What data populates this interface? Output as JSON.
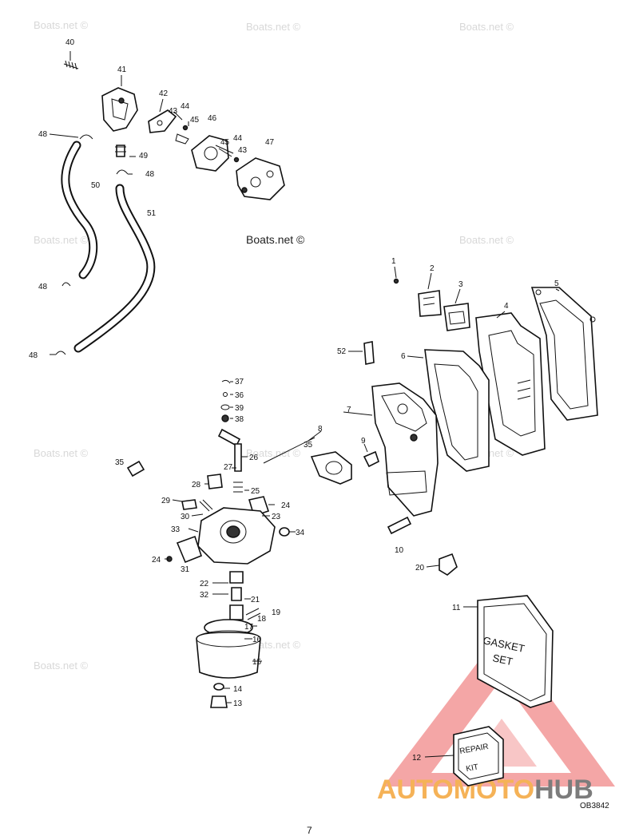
{
  "watermarks": [
    "Boats.net ©",
    "Boats.net ©",
    "Boats.net ©",
    "Boats.net ©",
    "Boats.net ©",
    "Boats.net ©",
    "Boats.net ©",
    "Boats.net ©",
    "Boats.net ©",
    "Boats.net ©"
  ],
  "watermark_main": "Boats.net ©",
  "callouts": {
    "c1": "1",
    "c2": "2",
    "c3": "3",
    "c4": "4",
    "c5": "5",
    "c6": "6",
    "c7": "7",
    "c8": "8",
    "c9": "9",
    "c10": "10",
    "c11": "11",
    "c12": "12",
    "c13": "13",
    "c14": "14",
    "c15": "15",
    "c16": "16",
    "c17": "17",
    "c18": "18",
    "c19": "19",
    "c20": "20",
    "c21": "21",
    "c22": "22",
    "c23": "23",
    "c24a": "24",
    "c24b": "24",
    "c25": "25",
    "c26": "26",
    "c27": "27",
    "c28": "28",
    "c29": "29",
    "c30": "30",
    "c31": "31",
    "c32": "32",
    "c33": "33",
    "c34": "34",
    "c35a": "35",
    "c35b": "35",
    "c36": "36",
    "c37": "37",
    "c38": "38",
    "c39": "39",
    "c40": "40",
    "c41": "41",
    "c42": "42",
    "c43a": "43",
    "c43b": "43",
    "c44a": "44",
    "c44b": "44",
    "c45a": "45",
    "c45b": "45",
    "c46": "46",
    "c47": "47",
    "c48a": "48",
    "c48b": "48",
    "c48c": "48",
    "c48d": "48",
    "c49": "49",
    "c50": "50",
    "c51": "51",
    "c52": "52"
  },
  "gasket_set": {
    "line1": "GASKET",
    "line2": "SET"
  },
  "repair_kit": {
    "line1": "REPAIR",
    "line2": "KIT"
  },
  "brand": {
    "auto": "AUTO",
    "moto": "MOTO",
    "hub": "HUB"
  },
  "diagram_code": "OB3842",
  "page_number": "7",
  "colors": {
    "brand_orange": "#f4a53a",
    "brand_red": "#e84040",
    "brand_gray": "#666666"
  }
}
